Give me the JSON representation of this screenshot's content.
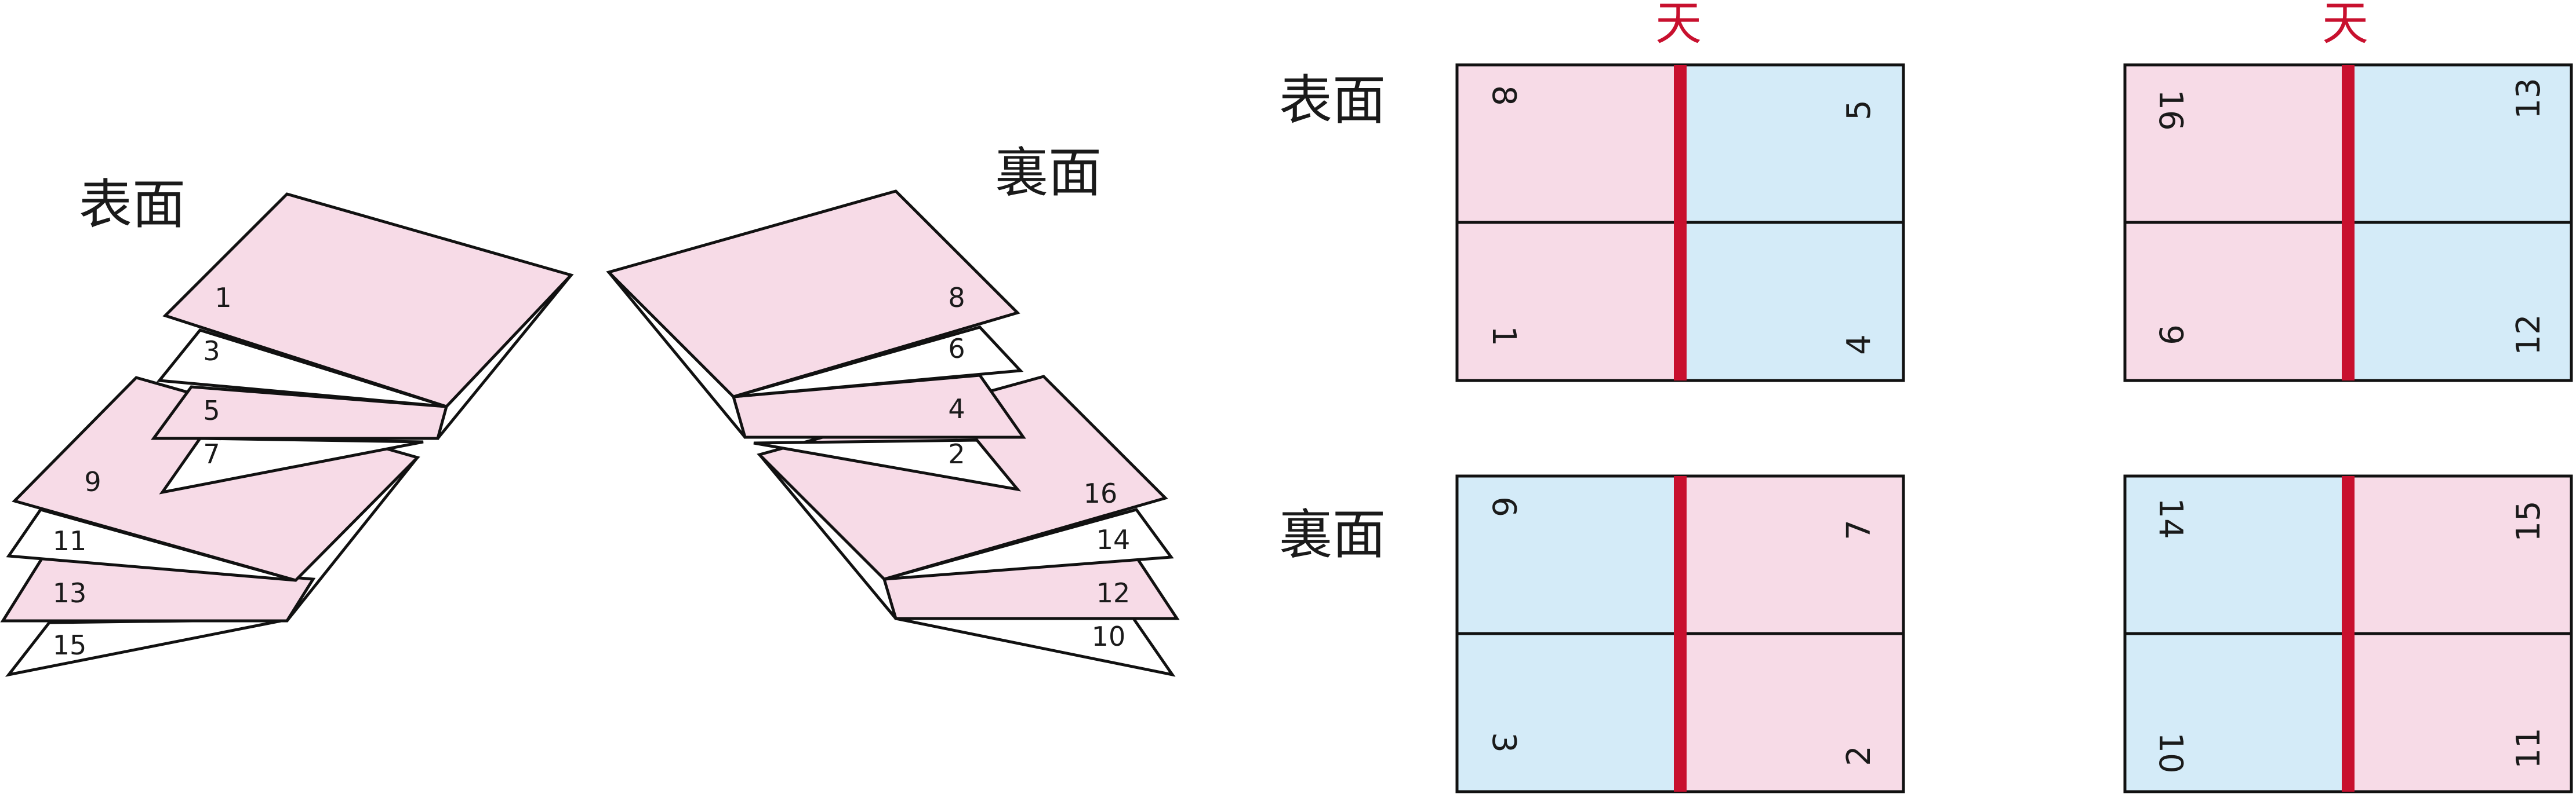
{
  "colors": {
    "pink": "#f7dbe7",
    "blue": "#d4ebf8",
    "line": "#111111",
    "spine": "#c8102e",
    "white": "#ffffff"
  },
  "left": {
    "front_label": "表面",
    "back_label": "裏面",
    "front_stack": [
      "1",
      "3",
      "5",
      "7",
      "9",
      "11",
      "13",
      "15"
    ],
    "back_stack": [
      "8",
      "6",
      "4",
      "2",
      "16",
      "14",
      "12",
      "10"
    ]
  },
  "right": {
    "front_label": "表面",
    "back_label": "裏面",
    "top_mark": "天",
    "sheets": [
      {
        "id": "front-a",
        "tl": "8",
        "tr": "5",
        "bl": "1",
        "br": "4",
        "left_color": "pink",
        "right_color": "blue"
      },
      {
        "id": "front-b",
        "tl": "16",
        "tr": "13",
        "bl": "9",
        "br": "12",
        "left_color": "pink",
        "right_color": "blue"
      },
      {
        "id": "back-a",
        "tl": "6",
        "tr": "7",
        "bl": "3",
        "br": "2",
        "left_color": "blue",
        "right_color": "pink"
      },
      {
        "id": "back-b",
        "tl": "14",
        "tr": "15",
        "bl": "10",
        "br": "11",
        "left_color": "blue",
        "right_color": "pink"
      }
    ]
  }
}
